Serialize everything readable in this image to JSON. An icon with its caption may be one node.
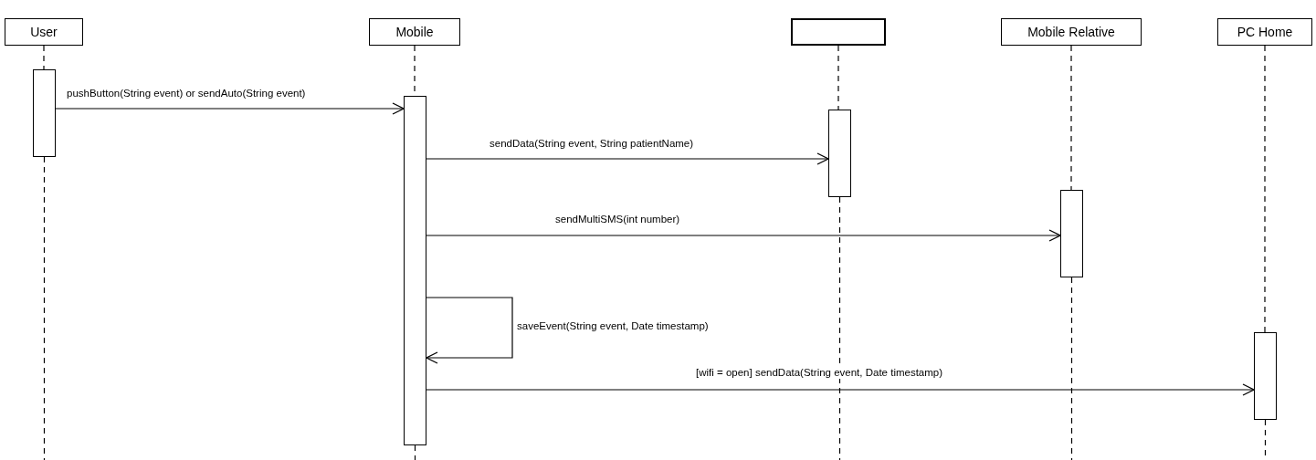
{
  "diagram": {
    "nodes": [
      {
        "text": [
          "User"
        ]
      },
      {
        "text": [
          "Mobile"
        ]
      },
      {
        "text": [],
        "shape": "box"
      },
      {
        "text": [
          "Mobile Relative"
        ]
      },
      {
        "text": [
          "PC Home"
        ]
      },
      {
        "text": [],
        "shape": "bar"
      },
      {
        "text": [],
        "shape": "bar"
      },
      {
        "text": [],
        "shape": "bar"
      },
      {
        "text": [],
        "shape": "bar"
      },
      {
        "text": [],
        "shape": "bar"
      }
    ],
    "edges": [
      {
        "from": 0,
        "to": 5,
        "arrow": "none",
        "style": "dashed"
      },
      {
        "from": 1,
        "to": 6,
        "arrow": "none",
        "style": "dashed"
      },
      {
        "from": 2,
        "to": 7,
        "arrow": "none",
        "style": "dashed"
      },
      {
        "from": 3,
        "to": 8,
        "arrow": "none",
        "style": "dashed"
      },
      {
        "from": 4,
        "to": 9,
        "arrow": "none",
        "style": "dashed"
      },
      {
        "from": 5,
        "to": null,
        "arrow": "none",
        "style": "dashed"
      },
      {
        "from": 6,
        "to": null,
        "arrow": "none",
        "style": "dashed"
      },
      {
        "from": 7,
        "to": null,
        "arrow": "none",
        "style": "dashed"
      },
      {
        "from": 8,
        "to": null,
        "arrow": "none",
        "style": "dashed"
      },
      {
        "from": 9,
        "to": null,
        "arrow": "none",
        "style": "dashed"
      },
      {
        "from": 5,
        "to": 6,
        "arrow": "to",
        "label": "pushButton(String event) or sendAuto(String event)"
      },
      {
        "from": 6,
        "to": 7,
        "arrow": "to",
        "label": "sendData(String event, String patientName)"
      },
      {
        "from": 6,
        "to": 8,
        "arrow": "to",
        "label": "sendMultiSMS(int number)"
      },
      {
        "from": 6,
        "to": 6,
        "arrow": "to",
        "label": "saveEvent(String event, Date timestamp)"
      },
      {
        "from": 6,
        "to": 9,
        "arrow": "to",
        "label": "[wifi = open] sendData(String event, Date timestamp)"
      }
    ]
  }
}
